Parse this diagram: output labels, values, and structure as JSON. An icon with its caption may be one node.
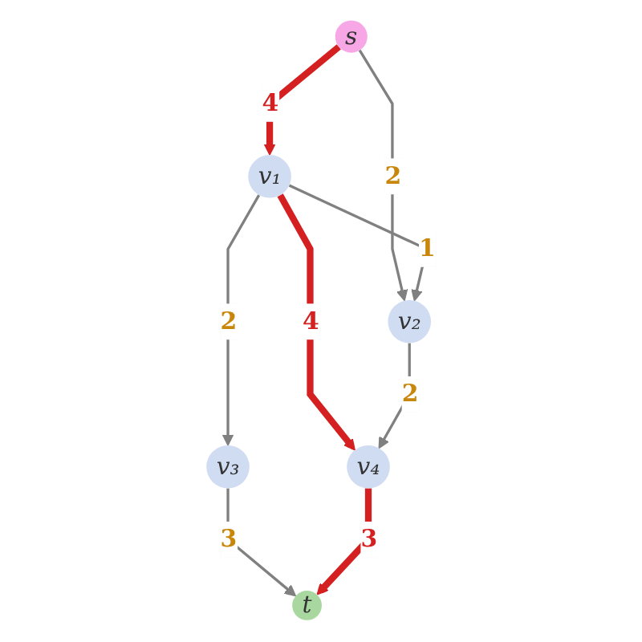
{
  "diagram": {
    "nodes": [
      {
        "text": [
          "s"
        ]
      },
      {
        "text": [
          "v₁"
        ]
      },
      {
        "text": [
          "v₂"
        ]
      },
      {
        "text": [
          "v₃"
        ]
      },
      {
        "text": [
          "v₄"
        ]
      },
      {
        "text": [
          "t"
        ]
      }
    ],
    "edges": [
      {
        "from": 0,
        "to": 1,
        "arrow": "to",
        "label": "4",
        "style": "thick",
        "color": "#d42020"
      },
      {
        "from": 0,
        "to": 2,
        "arrow": "to",
        "label": "2"
      },
      {
        "from": 1,
        "to": 2,
        "arrow": "to",
        "label": "1"
      },
      {
        "from": 1,
        "to": 3,
        "arrow": "to",
        "label": "2"
      },
      {
        "from": 1,
        "to": 4,
        "arrow": "to",
        "label": "4",
        "style": "thick",
        "color": "#d42020"
      },
      {
        "from": 2,
        "to": 4,
        "arrow": "to",
        "label": "2"
      },
      {
        "from": 3,
        "to": 5,
        "arrow": "to",
        "label": "3"
      },
      {
        "from": 4,
        "to": 5,
        "arrow": "to",
        "label": "3",
        "style": "thick",
        "color": "#d42020"
      }
    ]
  }
}
